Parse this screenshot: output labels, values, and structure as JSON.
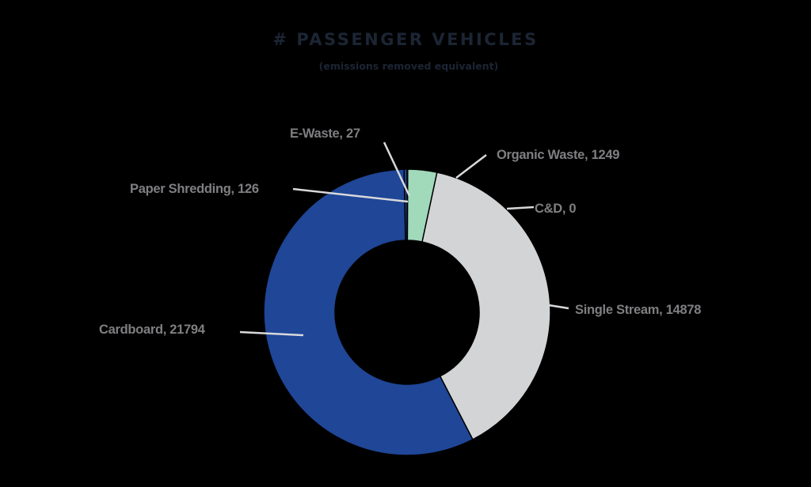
{
  "chart_data": {
    "type": "pie",
    "variant": "donut",
    "title": "# PASSENGER VEHICLES",
    "subtitle": "(emissions removed equivalent)",
    "start_angle": "12 o'clock, clockwise",
    "categories": [
      "E-Waste",
      "Organic Waste",
      "C&D",
      "Single Stream",
      "Cardboard",
      "Paper Shredding"
    ],
    "values": [
      27,
      1249,
      0,
      14878,
      21794,
      126
    ],
    "colors": [
      "#0f8a66",
      "#a1d9bb",
      "#cfcfd1",
      "#d3d4d6",
      "#1f4697",
      "#1f4697"
    ],
    "labels": [
      {
        "text": "E-Waste, 27",
        "category": "E-Waste"
      },
      {
        "text": "Organic Waste, 1249",
        "category": "Organic Waste"
      },
      {
        "text": "C&D, 0",
        "category": "C&D"
      },
      {
        "text": "Single Stream, 14878",
        "category": "Single Stream"
      },
      {
        "text": "Cardboard, 21794",
        "category": "Cardboard"
      },
      {
        "text": "Paper Shredding, 126",
        "category": "Paper Shredding"
      }
    ],
    "legend": "none (data labels with leader lines)",
    "background": "#000000",
    "label_color": "#7f7f82",
    "title_color": "#1c2534"
  }
}
